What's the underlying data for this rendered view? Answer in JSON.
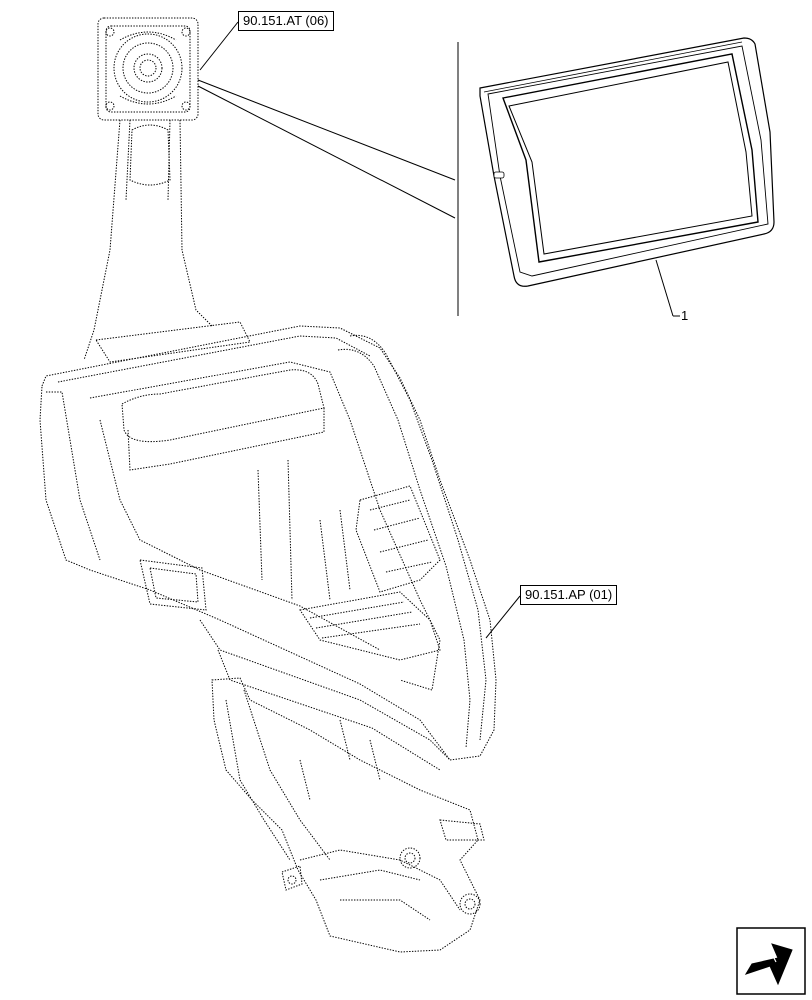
{
  "callouts": {
    "ref_top": "90.151.AT (06)",
    "ref_mid": "90.151.AP (01)"
  },
  "items": {
    "monitor_number": "1"
  },
  "icons": {
    "navigation": "page-arrow-icon"
  },
  "colors": {
    "line": "#000000",
    "background": "#ffffff"
  }
}
